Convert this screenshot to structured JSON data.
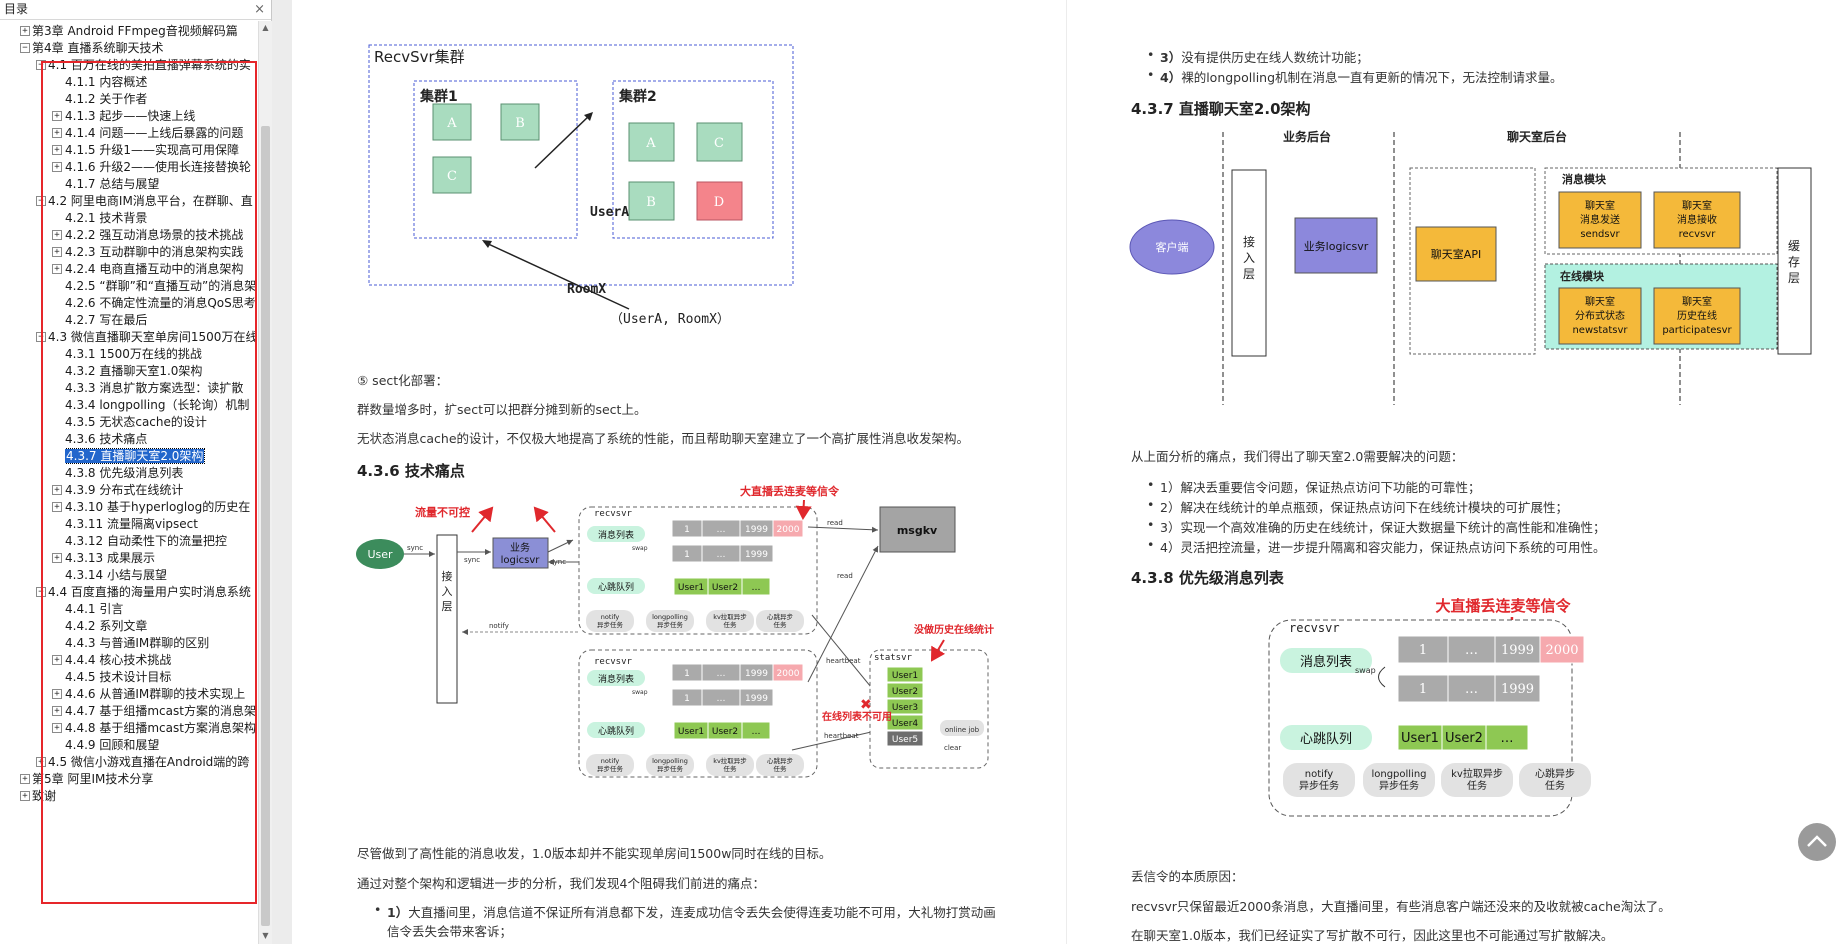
{
  "sidebar": {
    "title": "目录",
    "close": "×",
    "items": [
      {
        "label": "第3章 Android FFmpeg音视频解码篇",
        "level": 1,
        "exp": "+"
      },
      {
        "label": "第4章 直播系统聊天技术",
        "level": 1,
        "exp": "-"
      },
      {
        "label": "4.1 百万在线的美拍直播弹幕系统的实",
        "level": 2,
        "exp": "-"
      },
      {
        "label": "4.1.1 内容概述",
        "level": 3,
        "exp": ""
      },
      {
        "label": "4.1.2 关于作者",
        "level": 3,
        "exp": ""
      },
      {
        "label": "4.1.3 起步——快速上线",
        "level": 3,
        "exp": "+"
      },
      {
        "label": "4.1.4 问题——上线后暴露的问题",
        "level": 3,
        "exp": "+"
      },
      {
        "label": "4.1.5 升级1——实现高可用保障",
        "level": 3,
        "exp": "+"
      },
      {
        "label": "4.1.6 升级2——使用长连接替换轮",
        "level": 3,
        "exp": "+"
      },
      {
        "label": "4.1.7 总结与展望",
        "level": 3,
        "exp": ""
      },
      {
        "label": "4.2 阿里电商IM消息平台，在群聊、直",
        "level": 2,
        "exp": "-"
      },
      {
        "label": "4.2.1 技术背景",
        "level": 3,
        "exp": ""
      },
      {
        "label": "4.2.2 强互动消息场景的技术挑战",
        "level": 3,
        "exp": "+"
      },
      {
        "label": "4.2.3 互动群聊中的消息架构实践",
        "level": 3,
        "exp": "+"
      },
      {
        "label": "4.2.4 电商直播互动中的消息架构",
        "level": 3,
        "exp": "+"
      },
      {
        "label": "4.2.5 “群聊”和“直播互动”的消息架",
        "level": 3,
        "exp": ""
      },
      {
        "label": "4.2.6 不确定性流量的消息QoS思考",
        "level": 3,
        "exp": ""
      },
      {
        "label": "4.2.7 写在最后",
        "level": 3,
        "exp": ""
      },
      {
        "label": "4.3 微信直播聊天室单房间1500万在线",
        "level": 2,
        "exp": "-"
      },
      {
        "label": "4.3.1 1500万在线的挑战",
        "level": 3,
        "exp": ""
      },
      {
        "label": "4.3.2 直播聊天室1.0架构",
        "level": 3,
        "exp": ""
      },
      {
        "label": "4.3.3 消息扩散方案选型：读扩散",
        "level": 3,
        "exp": ""
      },
      {
        "label": "4.3.4 longpolling（长轮询）机制",
        "level": 3,
        "exp": ""
      },
      {
        "label": "4.3.5 无状态cache的设计",
        "level": 3,
        "exp": ""
      },
      {
        "label": "4.3.6 技术痛点",
        "level": 3,
        "exp": ""
      },
      {
        "label": "4.3.7 直播聊天室2.0架构",
        "level": 3,
        "exp": "",
        "selected": true
      },
      {
        "label": "4.3.8 优先级消息列表",
        "level": 3,
        "exp": ""
      },
      {
        "label": "4.3.9 分布式在线统计",
        "level": 3,
        "exp": "+"
      },
      {
        "label": "4.3.10 基于hyperloglog的历史在",
        "level": 3,
        "exp": "+"
      },
      {
        "label": "4.3.11 流量隔离vipsect",
        "level": 3,
        "exp": ""
      },
      {
        "label": "4.3.12 自动柔性下的流量把控",
        "level": 3,
        "exp": ""
      },
      {
        "label": "4.3.13 成果展示",
        "level": 3,
        "exp": "+"
      },
      {
        "label": "4.3.14 小结与展望",
        "level": 3,
        "exp": ""
      },
      {
        "label": "4.4 百度直播的海量用户实时消息系统",
        "level": 2,
        "exp": "-"
      },
      {
        "label": "4.4.1 引言",
        "level": 3,
        "exp": ""
      },
      {
        "label": "4.4.2 系列文章",
        "level": 3,
        "exp": ""
      },
      {
        "label": "4.4.3 与普通IM群聊的区别",
        "level": 3,
        "exp": ""
      },
      {
        "label": "4.4.4 核心技术挑战",
        "level": 3,
        "exp": "+"
      },
      {
        "label": "4.4.5 技术设计目标",
        "level": 3,
        "exp": ""
      },
      {
        "label": "4.4.6 从普通IM群聊的技术实现上",
        "level": 3,
        "exp": "+"
      },
      {
        "label": "4.4.7 基于组播mcast方案的消息架",
        "level": 3,
        "exp": "+"
      },
      {
        "label": "4.4.8 基于组播mcast方案消息架构",
        "level": 3,
        "exp": "+"
      },
      {
        "label": "4.4.9 回顾和展望",
        "level": 3,
        "exp": ""
      },
      {
        "label": "4.5 微信小游戏直播在Android端的跨",
        "level": 2,
        "exp": "+"
      },
      {
        "label": "第5章 阿里IM技术分享",
        "level": 1,
        "exp": "+"
      },
      {
        "label": "致谢",
        "level": 1,
        "exp": "+"
      }
    ]
  },
  "left_page": {
    "fig1": {
      "cluster_title": "RecvSvr集群",
      "group1": "集群1",
      "group2": "集群2",
      "g1_nodes": [
        "A",
        "B",
        "C"
      ],
      "g2_nodes": [
        "A",
        "C",
        "B",
        "D"
      ],
      "user_label": "UserA",
      "room_label": "RoomX",
      "pair_label": "（UserA,   RoomX）"
    },
    "p1": "⑤ sect化部署：",
    "p2": "群数量增多时，扩sect可以把群分摊到新的sect上。",
    "p3": "无状态消息cache的设计，不仅极大地提高了系统的性能，而且帮助聊天室建立了一个高扩展性消息收发架构。",
    "h436": "4.3.6 技术痛点",
    "fig2": {
      "user": "User",
      "sync": "sync",
      "access": "接入层",
      "biz": "业务logicsvr",
      "flow_uncontrol": "流量不可控",
      "recvsvr": "recvsvr",
      "big_live": "大直播丢连麦等信令",
      "msg_list": "消息列表",
      "swap": "swap",
      "cells": [
        "1",
        "…",
        "1999",
        "2000"
      ],
      "cells2": [
        "1",
        "…",
        "1999"
      ],
      "read": "read",
      "msgkv": "msgkv",
      "hb_queue": "心跳队列",
      "users2": [
        "User1",
        "User2",
        "…"
      ],
      "tasks": [
        "notify\n异步任务",
        "longpolling\n异步任务",
        "kv拉取异步\n任务",
        "心跳异步\n任务"
      ],
      "notify": "notify",
      "no_history": "没做历史在线统计",
      "statsvr": "statsvr",
      "heartbeat": "heartbeat",
      "users5": [
        "User1",
        "User2",
        "User3",
        "User4",
        "User5"
      ],
      "online_list_fail": "在线列表不可用",
      "online_job": "online job",
      "clear": "clear"
    },
    "p4": "尽管做到了高性能的消息收发，1.0版本却并不能实现单房间1500w同时在线的目标。",
    "p5": "通过对整个架构和逻辑进一步的分析，我们发现4个阻碍我们前进的痛点：",
    "b1_num": "1）",
    "b1": "大直播间里，消息信道不保证所有消息都下发，连麦成功信令丢失会使得连麦功能不可用，大礼物打赏动画",
    "b1b": "信令丢失会带来客诉；"
  },
  "right_page": {
    "b3_num": "3）",
    "b3": "没有提供历史在线人数统计功能；",
    "b4_num": "4）",
    "b4": "裸的longpolling机制在消息一直有更新的情况下，无法控制请求量。",
    "h437": "4.3.7 直播聊天室2.0架构",
    "fig3": {
      "biz_backend": "业务后台",
      "chat_backend": "聊天室后台",
      "client": "客户端",
      "access": "接入层",
      "biz_logic": "业务logicsvr",
      "chat_api": "聊天室API",
      "msg_module": "消息模块",
      "send": "聊天室\n消息发送\nsendsvr",
      "recv": "聊天室\n消息接收\nrecvsvr",
      "online_module": "在线模块",
      "newstats": "聊天室\n分布式状态\nnewstatsvr",
      "partic": "聊天室\n历史在线\nparticipatesvr",
      "cache": "缓存层"
    },
    "p1": "从上面分析的痛点，我们得出了聊天室2.0需要解决的问题：",
    "items": [
      "1）解决丢重要信令问题，保证热点访问下功能的可靠性；",
      "2）解决在线统计的单点瓶颈，保证热点访问下在线统计模块的可扩展性；",
      "3）实现一个高效准确的历史在线统计，保证大数据量下统计的高性能和准确性；",
      "4）灵活把控流量，进一步提升隔离和容灾能力，保证热点访问下系统的可用性。"
    ],
    "h438": "4.3.8 优先级消息列表",
    "fig4": {
      "recvsvr": "recvsvr",
      "big_live": "大直播丢连麦等信令",
      "msg_list": "消息列表",
      "swap": "swap",
      "cells": [
        "1",
        "…",
        "1999",
        "2000"
      ],
      "cells2": [
        "1",
        "…",
        "1999"
      ],
      "hb_queue": "心跳队列",
      "users": [
        "User1",
        "User2",
        "…"
      ],
      "tasks": [
        "notify\n异步任务",
        "longpolling\n异步任务",
        "kv拉取异步\n任务",
        "心跳异步\n任务"
      ]
    },
    "p2": "丢信令的本质原因：",
    "p3": "recvsvr只保留最近2000条消息，大直播间里，有些消息客户端还没来的及收就被cache淘汰了。",
    "p4": "在聊天室1.0版本，我们已经证实了写扩散不可行，因此这里也不可能通过写扩散解决。"
  },
  "colors": {
    "green_node": "#a9dcbf",
    "red_node": "#f4848b",
    "accent_red": "#e0282d",
    "highlight": "#2266cc"
  }
}
